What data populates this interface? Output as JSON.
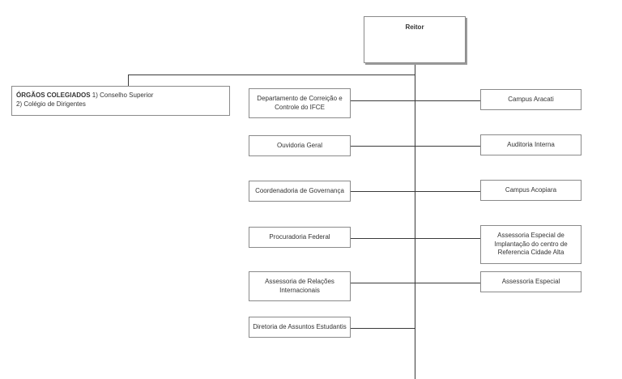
{
  "root": {
    "title": "Reitor"
  },
  "colegiados": {
    "heading": "ÓRGÃOS COLEGIADOS",
    "item1": "1) Conselho Superior",
    "item2": "2) Colégio de Dirigentes"
  },
  "left_units": [
    {
      "label": "Departamento de Correição e Controle do IFCE"
    },
    {
      "label": "Ouvidoria Geral"
    },
    {
      "label": "Coordenadoria de Governança"
    },
    {
      "label": "Procuradoria Federal"
    },
    {
      "label": "Assessoria de Relações Internacionais"
    },
    {
      "label": "Diretoria de Assuntos Estudantis"
    }
  ],
  "right_units": [
    {
      "label": "Campus Aracati"
    },
    {
      "label": "Auditoria Interna"
    },
    {
      "label": "Campus Acopiara"
    },
    {
      "label": "Assessoria Especial de Implantação do centro de Referencia Cidade Alta"
    },
    {
      "label": "Assessoria Especial"
    }
  ],
  "colors": {
    "line": "#3a3a3a",
    "border": "#8a8a8a",
    "text": "#333333"
  }
}
